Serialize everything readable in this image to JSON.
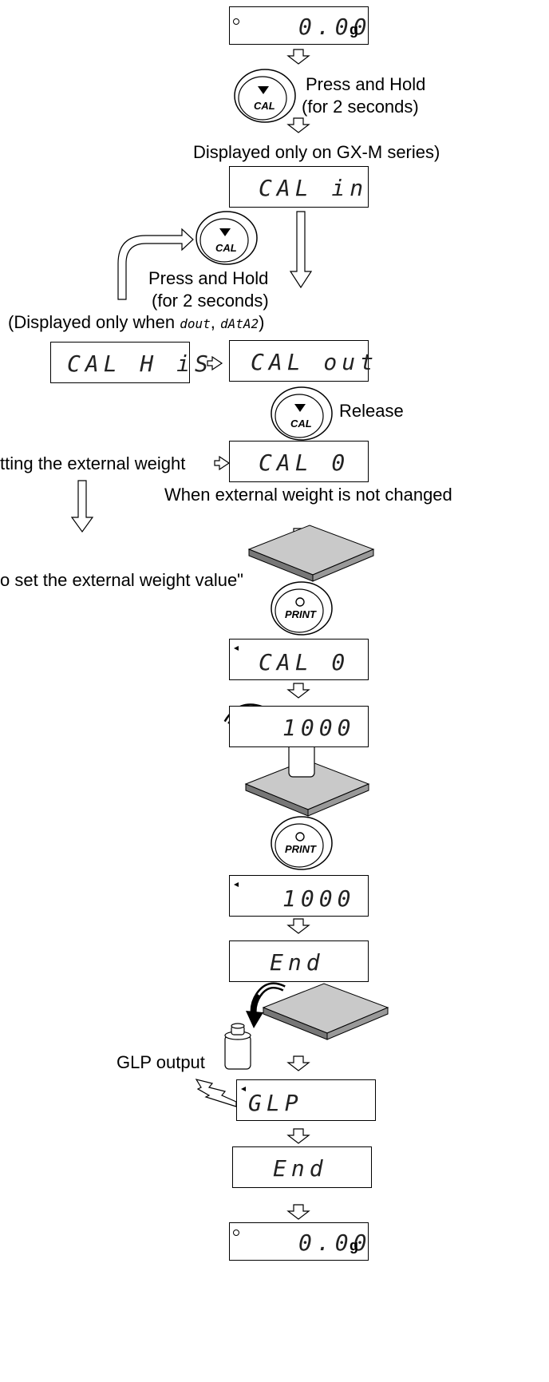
{
  "displays": {
    "initial": {
      "value": "0.00",
      "unit": "g"
    },
    "cal_in": {
      "value": "CAL in"
    },
    "cal_his": {
      "value": "CAL H iS"
    },
    "cal_out": {
      "value": "CAL out"
    },
    "cal_0_a": {
      "value": "CAL  0"
    },
    "cal_0_b": {
      "value": "CAL  0"
    },
    "weight_1000_a": {
      "value": "1000"
    },
    "weight_1000_b": {
      "value": "1000"
    },
    "end_a": {
      "value": "End"
    },
    "glp": {
      "value": "GLP"
    },
    "end_b": {
      "value": "End"
    },
    "final": {
      "value": "0.00",
      "unit": "g"
    }
  },
  "buttons": {
    "cal_label": "CAL",
    "print_label": "PRINT"
  },
  "labels": {
    "press_hold_1": "Press and Hold",
    "for_2_seconds_1": "(for 2 seconds)",
    "gxm_note": "Displayed only on GX-M series)",
    "press_hold_2": "Press and Hold",
    "for_2_seconds_2": "(for 2 seconds)",
    "displayed_only_prefix": "(Displayed only when ",
    "dout_code": "dout",
    "comma": ", ",
    "data2_code": "dAtA2",
    "displayed_only_suffix": ")",
    "release": "Release",
    "setting_external": "tting the external weight",
    "not_changed": "When external weight is not changed",
    "set_value": "o set the external weight value\"",
    "glp_output": "GLP output"
  }
}
